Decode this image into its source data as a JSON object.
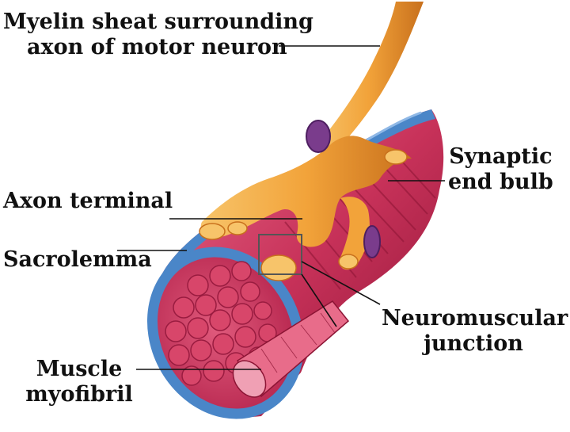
{
  "labels": {
    "myelin": [
      "Myelin sheat surrounding",
      "axon of motor neuron"
    ],
    "synaptic_end_bulb": [
      "Synaptic",
      "end bulb"
    ],
    "axon_terminal": "Axon terminal",
    "sarcolemma": "Sacrolemma",
    "neuromuscular_junction": [
      "Neuromuscular",
      "junction"
    ],
    "muscle_myofibril": [
      "Muscle",
      "myofibril"
    ]
  },
  "colors": {
    "nerve": "#f2a33a",
    "nerve_light": "#f7c46a",
    "nerve_dark": "#c8701c",
    "muscle": "#c8325a",
    "muscle_light": "#e86c8a",
    "muscle_dark": "#8c1434",
    "sarcolemma": "#4a86c8",
    "sarcolemma_light": "#8fb8e6",
    "nucleus": "#7a3c8c",
    "leader": "#111111"
  }
}
